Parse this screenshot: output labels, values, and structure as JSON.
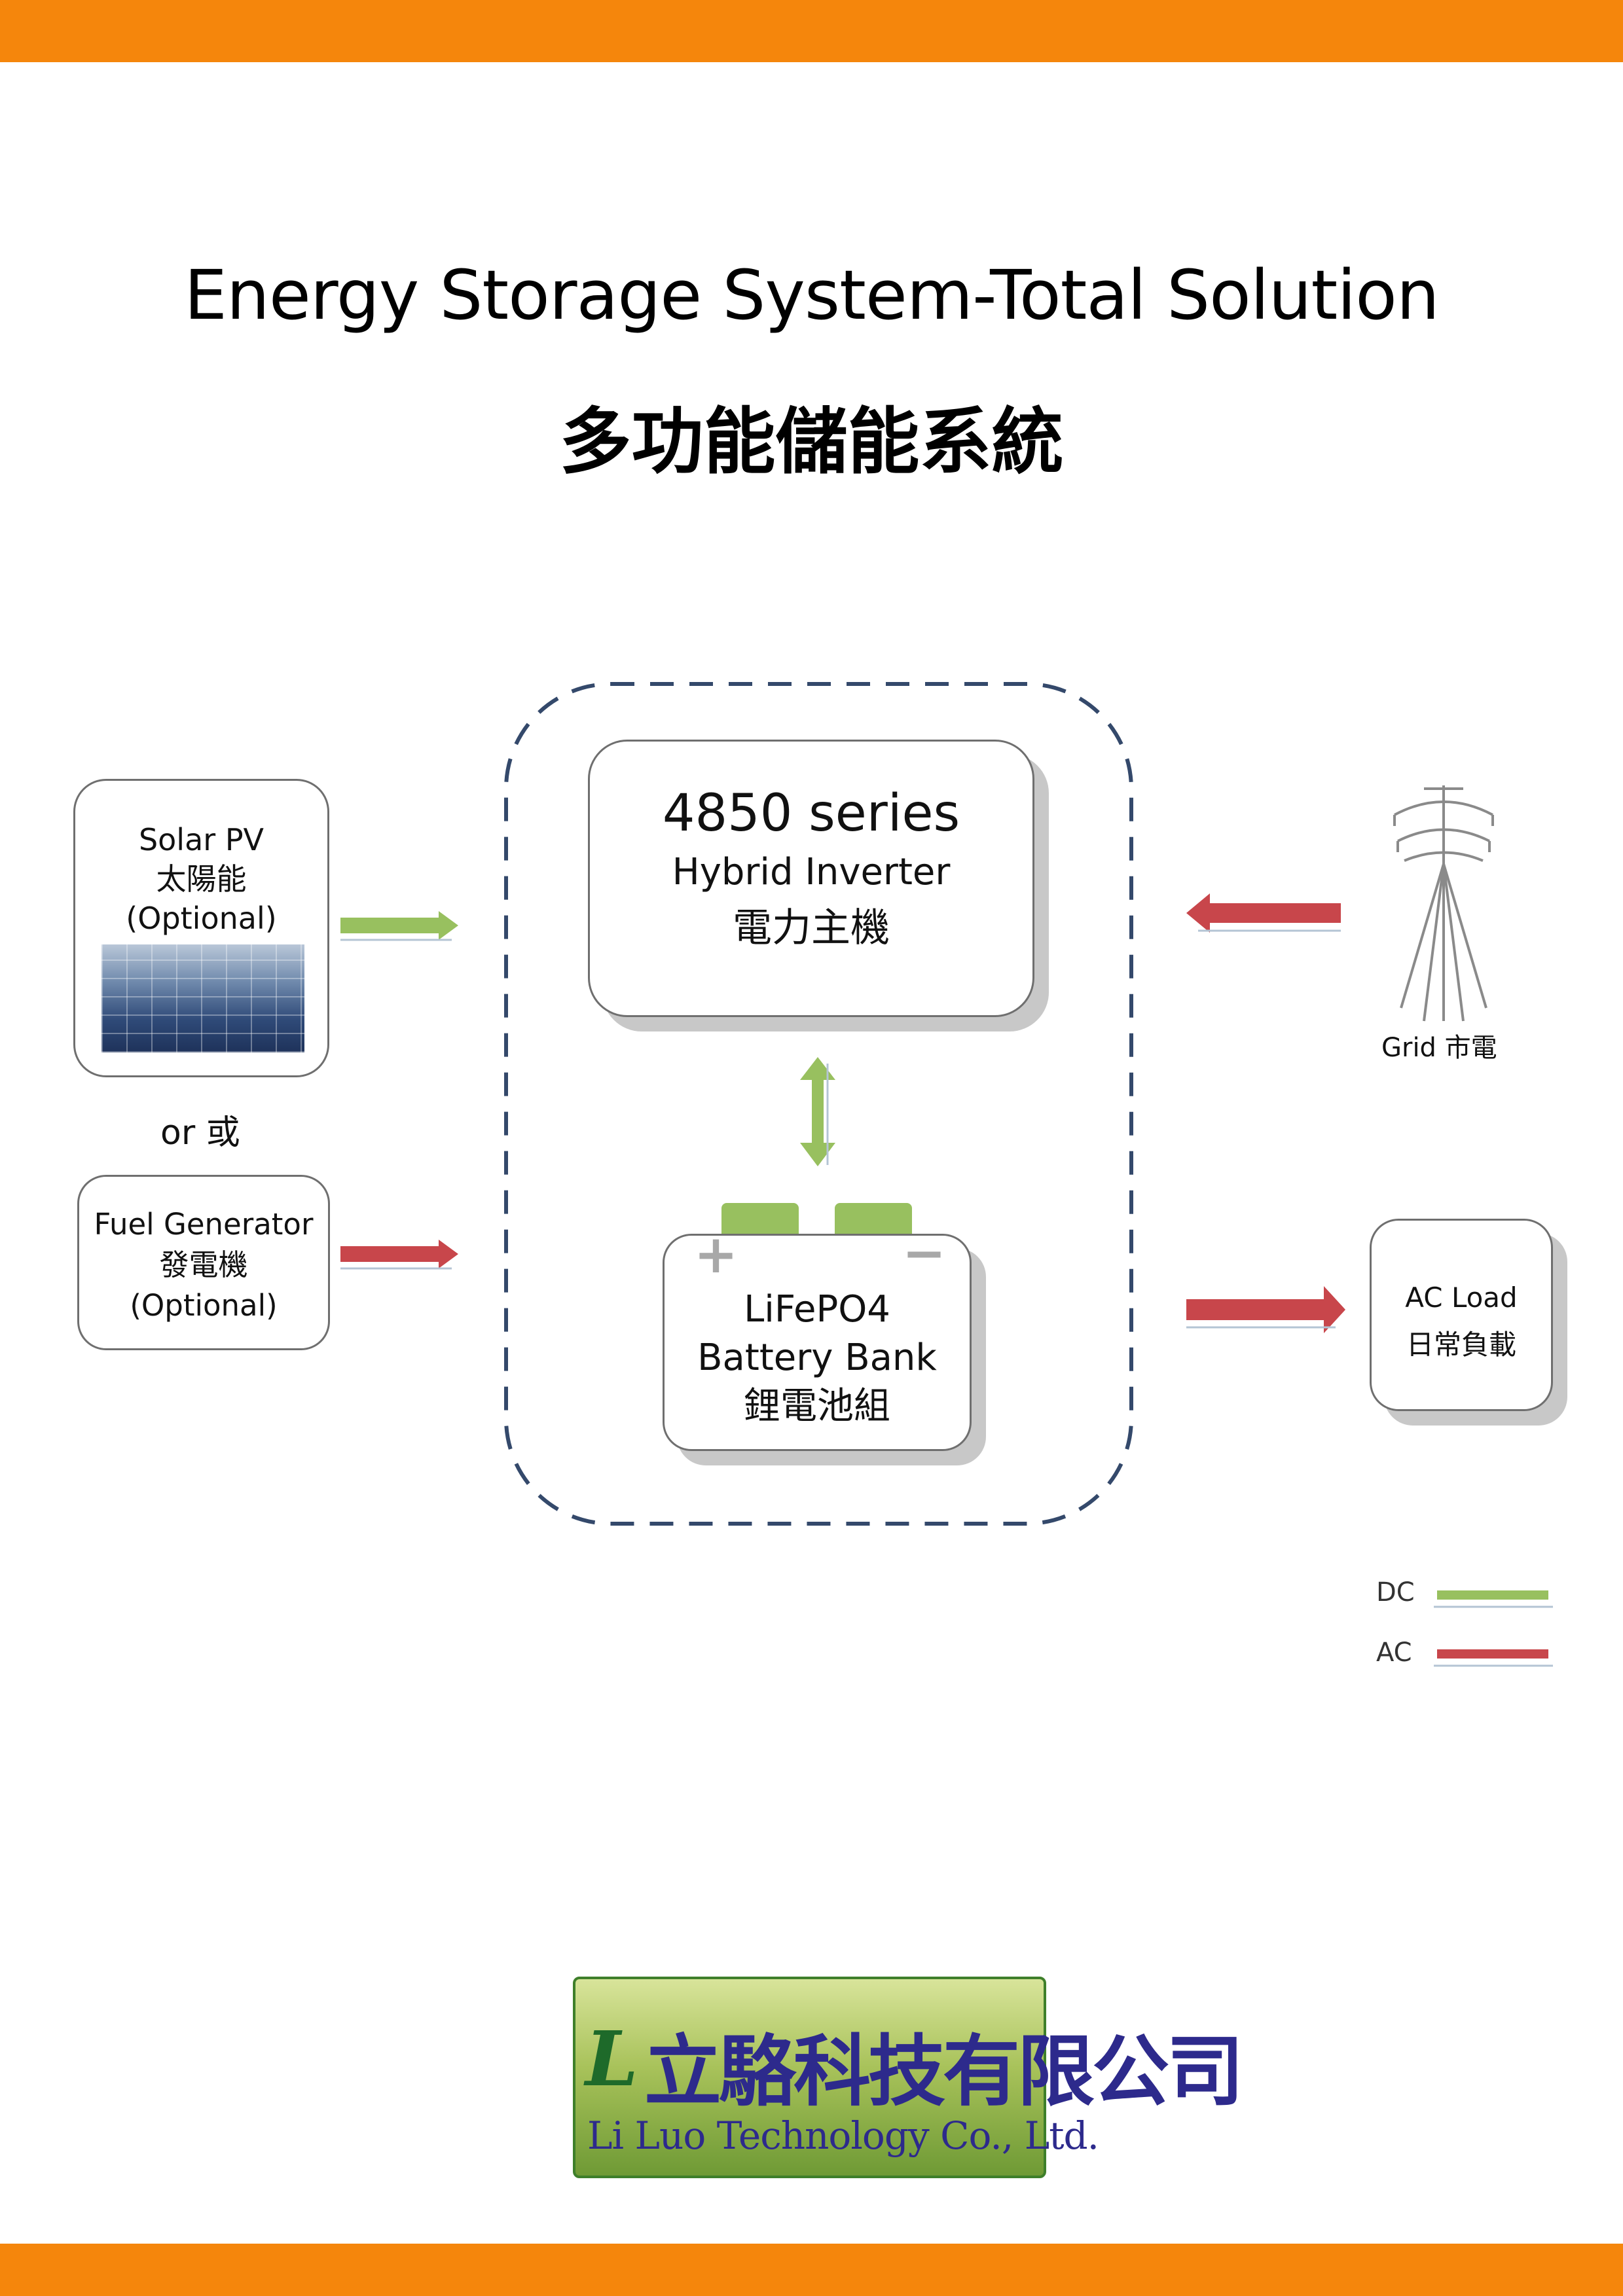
{
  "title": {
    "en": "Energy Storage System-Total Solution",
    "zh": "多功能儲能系統"
  },
  "solar": {
    "line1": "Solar PV",
    "line2": "太陽能",
    "line3": "(Optional)"
  },
  "or_text": "or 或",
  "fuel": {
    "line1": "Fuel Generator",
    "line2": "發電機",
    "line3": "(Optional)"
  },
  "inverter": {
    "line1": "4850 series",
    "line2": "Hybrid Inverter",
    "line3": "電力主機"
  },
  "battery": {
    "line1": "LiFePO4",
    "line2": "Battery Bank",
    "line3": "鋰電池組",
    "plus": "+",
    "minus": "−"
  },
  "grid_label": "Grid 市電",
  "acload": {
    "line1": "AC Load",
    "line2": "日常負載"
  },
  "legend": {
    "dc": "DC",
    "ac": "AC"
  },
  "colors": {
    "dc": "#98c05f",
    "ac": "#c8464b",
    "accent": "#f5860c",
    "dashed": "#34496b"
  },
  "logo": {
    "mark": "L",
    "cn": "立駱科技有限公司",
    "en": "Li Luo Technology Co., Ltd."
  }
}
